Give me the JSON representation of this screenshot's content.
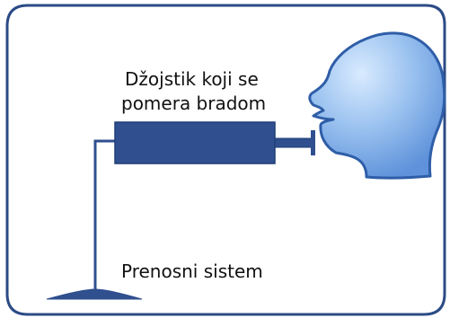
{
  "labels": {
    "joystick_line1": "Džojstik koji se",
    "joystick_line2": "pomera bradom",
    "portable_system": "Prenosni sistem"
  },
  "colors": {
    "frame_stroke": "#2b4b86",
    "joystick_fill": "#2f4f8f",
    "head_fill_light": "#d9ebff",
    "head_fill_dark": "#5f92da",
    "head_stroke": "#2f5ea8",
    "stand_stroke": "#2f4f8f"
  },
  "icons": {
    "head": "head-profile-icon"
  }
}
